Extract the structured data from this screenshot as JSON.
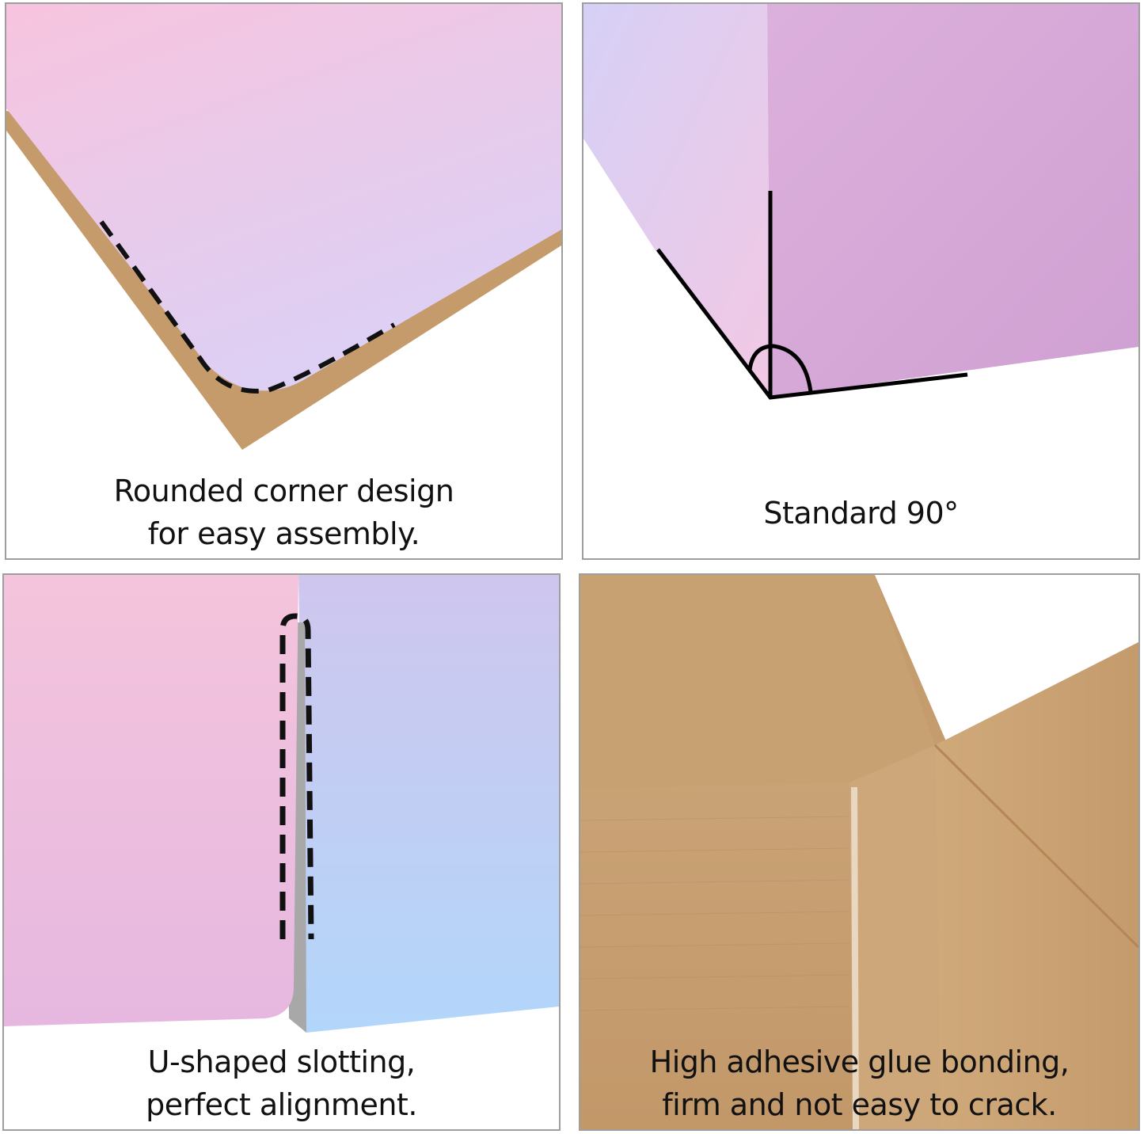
{
  "panels": [
    {
      "caption_line1": "Rounded corner design",
      "caption_line2": "for easy assembly."
    },
    {
      "caption_line1": "Standard 90°"
    },
    {
      "caption_line1": "U-shaped slotting,",
      "caption_line2": "perfect alignment."
    },
    {
      "caption_line1": "High adhesive glue bonding,",
      "caption_line2": "firm and not easy to crack."
    }
  ],
  "colors": {
    "pink": "#f4bfdc",
    "lavender": "#d6c8f4",
    "violet": "#d6a8d8",
    "sky_blue": "#b4d6f8",
    "kraft": "#c9a072",
    "kraft_dark": "#b88a5c",
    "border": "#9e9e9e"
  }
}
